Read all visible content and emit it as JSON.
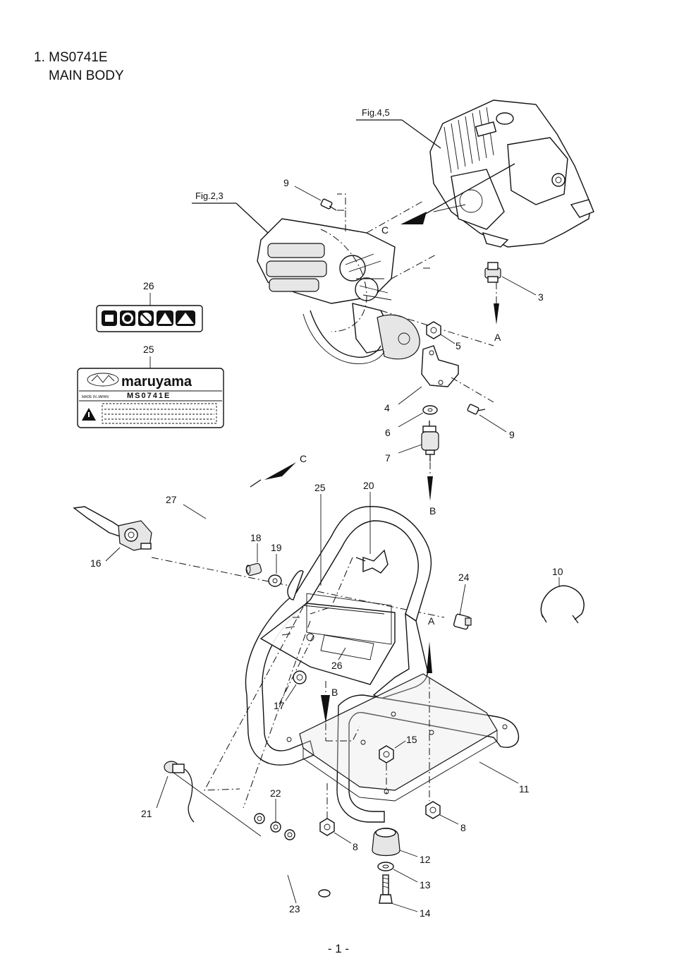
{
  "header": {
    "line1": "1. MS0741E",
    "line2": "MAIN BODY"
  },
  "figure_refs": {
    "engine": "Fig.4,5",
    "pump": "Fig.2,3"
  },
  "connectors": {
    "a": "A",
    "b": "B",
    "c": "C"
  },
  "part_labels": {
    "p3": "3",
    "p4": "4",
    "p5": "5",
    "p6": "6",
    "p7": "7",
    "p8a": "8",
    "p8b": "8",
    "p9a": "9",
    "p9b": "9",
    "p10": "10",
    "p11": "11",
    "p12": "12",
    "p13": "13",
    "p14": "14",
    "p15": "15",
    "p16": "16",
    "p17": "17",
    "p18": "18",
    "p19": "19",
    "p20": "20",
    "p21": "21",
    "p22": "22",
    "p23": "23",
    "p24": "24",
    "p25a": "25",
    "p25b": "25",
    "p26a": "26",
    "p26b": "26",
    "p27": "27"
  },
  "decal": {
    "brand": "maruyama",
    "model": "MS0741E",
    "made_in": "MADE IN JAPAN"
  },
  "page_number": "- 1 -"
}
